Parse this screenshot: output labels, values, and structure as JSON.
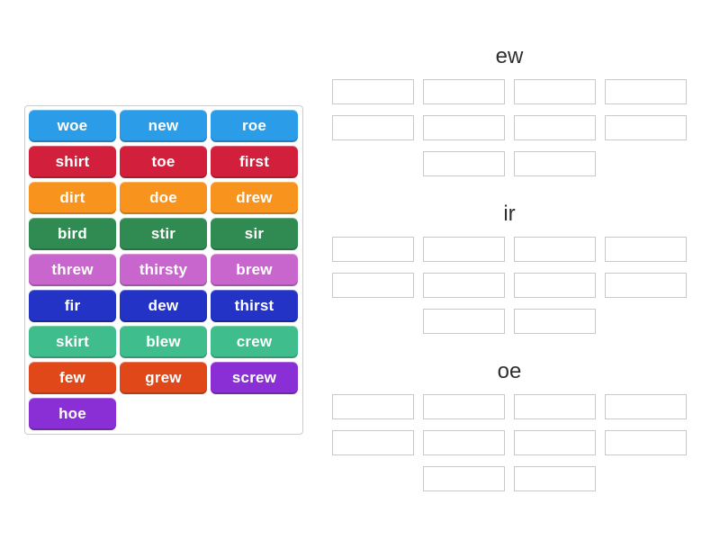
{
  "colors": {
    "page_background": "#ffffff",
    "panel_border": "#cccccc",
    "slot_border": "#c9c9c9",
    "group_title_text": "#2f2f2f",
    "tile_text": "#ffffff"
  },
  "word_bank": {
    "tiles": [
      {
        "label": "woe",
        "color": "#2b9de8"
      },
      {
        "label": "new",
        "color": "#2b9de8"
      },
      {
        "label": "roe",
        "color": "#2b9de8"
      },
      {
        "label": "shirt",
        "color": "#d2203c"
      },
      {
        "label": "toe",
        "color": "#d2203c"
      },
      {
        "label": "first",
        "color": "#d2203c"
      },
      {
        "label": "dirt",
        "color": "#f8941e"
      },
      {
        "label": "doe",
        "color": "#f8941e"
      },
      {
        "label": "drew",
        "color": "#f8941e"
      },
      {
        "label": "bird",
        "color": "#2f8b51"
      },
      {
        "label": "stir",
        "color": "#2f8b51"
      },
      {
        "label": "sir",
        "color": "#2f8b51"
      },
      {
        "label": "threw",
        "color": "#c966cd"
      },
      {
        "label": "thirsty",
        "color": "#c966cd"
      },
      {
        "label": "brew",
        "color": "#c966cd"
      },
      {
        "label": "fir",
        "color": "#2233c5"
      },
      {
        "label": "dew",
        "color": "#2233c5"
      },
      {
        "label": "thirst",
        "color": "#2233c5"
      },
      {
        "label": "skirt",
        "color": "#3fbd8c"
      },
      {
        "label": "blew",
        "color": "#3fbd8c"
      },
      {
        "label": "crew",
        "color": "#3fbd8c"
      },
      {
        "label": "few",
        "color": "#e0481a"
      },
      {
        "label": "grew",
        "color": "#e0481a"
      },
      {
        "label": "screw",
        "color": "#8a2fd6"
      },
      {
        "label": "hoe",
        "color": "#8a2fd6"
      }
    ]
  },
  "groups": [
    {
      "label": "ew",
      "slot_rows": [
        4,
        4,
        2
      ]
    },
    {
      "label": "ir",
      "slot_rows": [
        4,
        4,
        2
      ]
    },
    {
      "label": "oe",
      "slot_rows": [
        4,
        4,
        2
      ]
    }
  ]
}
